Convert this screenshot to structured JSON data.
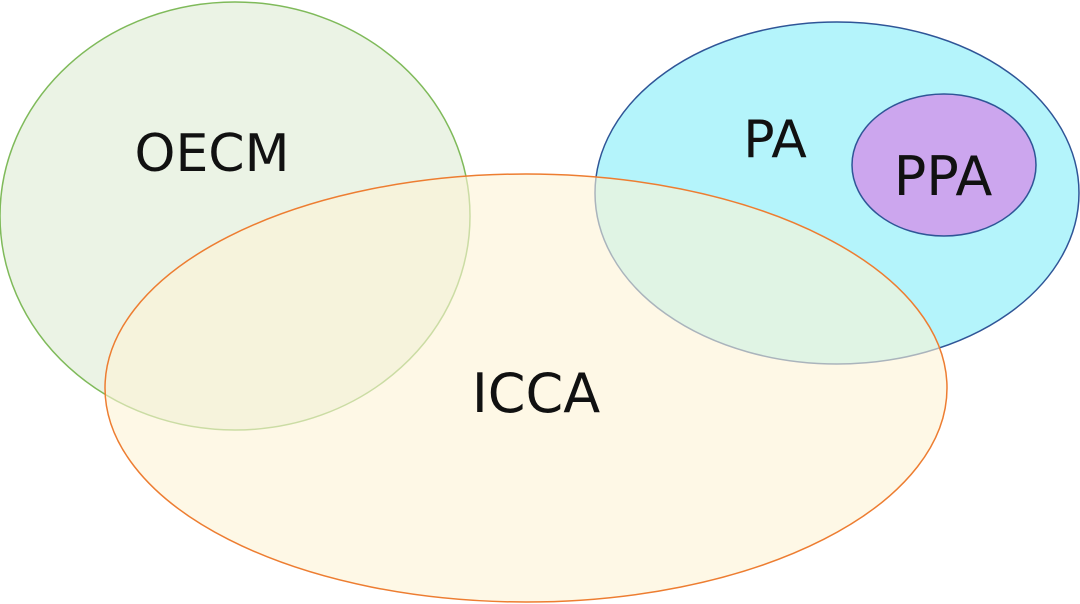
{
  "diagram": {
    "sets": [
      {
        "id": "oecm",
        "label": "OECM",
        "fill": "#e8f1e0",
        "stroke": "#7fba5a"
      },
      {
        "id": "icca",
        "label": "ICCA",
        "fill": "#fdf3d6",
        "stroke": "#ed7d31"
      },
      {
        "id": "pa",
        "label": "PA",
        "fill": "#b4f4fb",
        "stroke": "#2f5597"
      },
      {
        "id": "ppa",
        "label": "PPA",
        "fill": "#cca6ee",
        "stroke": "#2f5597"
      }
    ]
  }
}
